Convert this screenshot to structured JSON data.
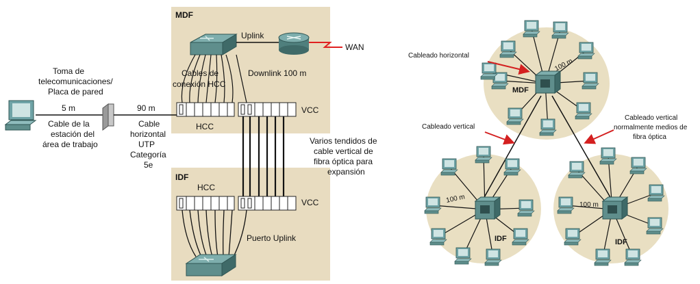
{
  "left": {
    "mdf_title": "MDF",
    "idf_title": "IDF",
    "uplink": "Uplink",
    "wan": "WAN",
    "downlink": "Downlink 100 m",
    "cables_hcc_1": "Cables de",
    "cables_hcc_2": "conexión HCC",
    "hcc_top": "HCC",
    "vcc_top": "VCC",
    "hcc_bottom": "HCC",
    "vcc_bottom": "VCC",
    "outlet_1": "Toma de",
    "outlet_2": "telecomunicaciones/",
    "outlet_3": "Placa de pared",
    "dist_5m": "5 m",
    "work_cable_1": "Cable de la",
    "work_cable_2": "estación del",
    "work_cable_3": "área de trabajo",
    "dist_90m": "90 m",
    "hcable_1": "Cable",
    "hcable_2": "horizontal",
    "hcable_3": "UTP",
    "hcable_4": "Categoría",
    "hcable_5": "5e",
    "vertical_1": "Varios tendidos de",
    "vertical_2": "cable vertical de",
    "vertical_3": "fibra óptica para",
    "vertical_4": "expansión",
    "uplink_port": "Puerto Uplink"
  },
  "right": {
    "horizontal_cabling": "Cableado horizontal",
    "vertical_cabling": "Cableado vertical",
    "vertical_fiber_1": "Cableado vertical",
    "vertical_fiber_2": "normalmente medios de",
    "vertical_fiber_3": "fibra óptica",
    "mdf": "MDF",
    "idf_left": "IDF",
    "idf_right": "IDF",
    "dist_mdf": "100 m",
    "dist_idf_left": "100 m",
    "dist_idf_right": "100 m"
  },
  "colors": {
    "panel": "#e8dcc0",
    "device": "#5f8e8c",
    "device_dark": "#3f6a68",
    "monitor": "#6fa3a6",
    "blob": "#e9dfc2",
    "arrow": "#d42020",
    "wan_line": "#e02020"
  }
}
